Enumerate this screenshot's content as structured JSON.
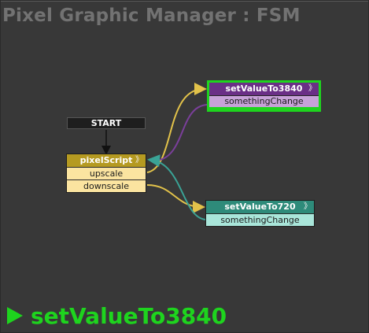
{
  "window": {
    "title": "Pixel Graphic Manager : FSM"
  },
  "colors": {
    "background": "#383838",
    "title_text": "#727272",
    "active_highlight": "#1ed41e",
    "pixelscript_header": "#b59a21",
    "pixelscript_events": "#fbe4a0",
    "state_3840_header": "#6a2f86",
    "state_3840_events": "#c7a2d8",
    "state_720_header": "#2e8b7a",
    "state_720_events": "#a9e6da",
    "wire_yellow": "#e2c24a",
    "wire_purple": "#7a3f9a",
    "wire_teal": "#3aa396"
  },
  "graph": {
    "start": {
      "label": "START"
    },
    "states": [
      {
        "id": "pixelScript",
        "name": "pixelScript",
        "events": [
          "upscale",
          "downscale"
        ]
      },
      {
        "id": "setValueTo3840",
        "name": "setValueTo3840",
        "events": [
          "somethingChange"
        ],
        "active": true
      },
      {
        "id": "setValueTo720",
        "name": "setValueTo720",
        "events": [
          "somethingChange"
        ]
      }
    ],
    "transitions": [
      {
        "from": "START",
        "to": "pixelScript"
      },
      {
        "from": "pixelScript",
        "event": "upscale",
        "to": "setValueTo3840"
      },
      {
        "from": "pixelScript",
        "event": "downscale",
        "to": "setValueTo720"
      },
      {
        "from": "setValueTo3840",
        "event": "somethingChange",
        "to": "pixelScript"
      },
      {
        "from": "setValueTo720",
        "event": "somethingChange",
        "to": "pixelScript"
      }
    ],
    "node_arrow_glyph": "》"
  },
  "status": {
    "active_state": "setValueTo3840",
    "play_icon": "play-icon"
  }
}
